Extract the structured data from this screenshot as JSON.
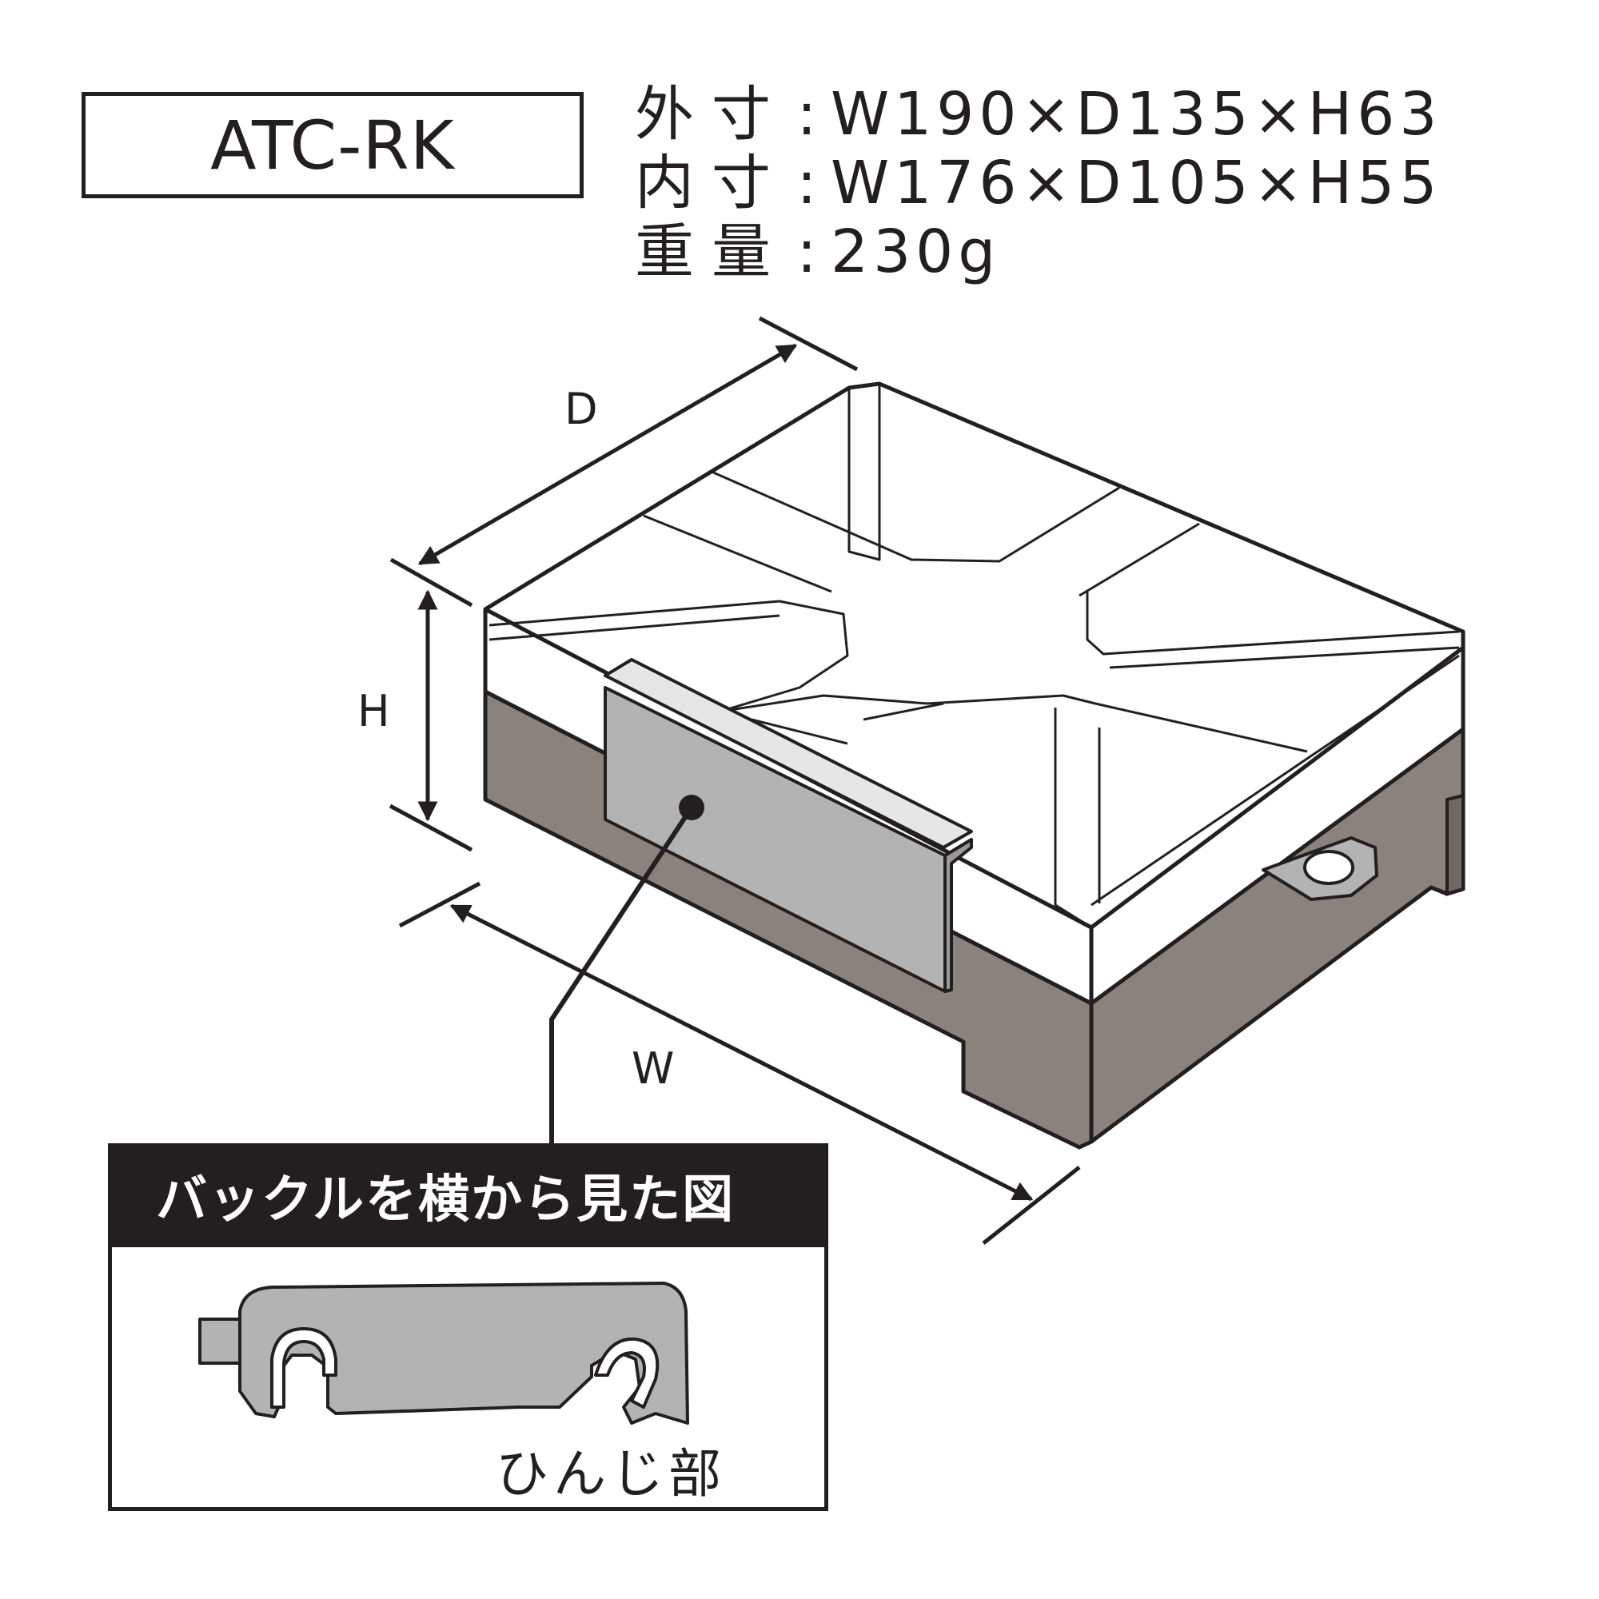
{
  "model": "ATC-RK",
  "specs": [
    {
      "label": "外寸",
      "sep": ":",
      "value": "W190×D135×H63"
    },
    {
      "label": "内寸",
      "sep": ":",
      "value": "W176×D105×H55"
    },
    {
      "label": "重量",
      "sep": ":",
      "value": "230g"
    }
  ],
  "dimensions": {
    "d": "D",
    "h": "H",
    "w": "W"
  },
  "inset": {
    "title": "バックルを横から見た図",
    "hinge_label": "ひんじ部"
  },
  "colors": {
    "ink": "#231f20",
    "lid": "#ffffff",
    "base": "#8a827d",
    "buckle": "#b3b3b3",
    "inset_header": "#231f20"
  }
}
